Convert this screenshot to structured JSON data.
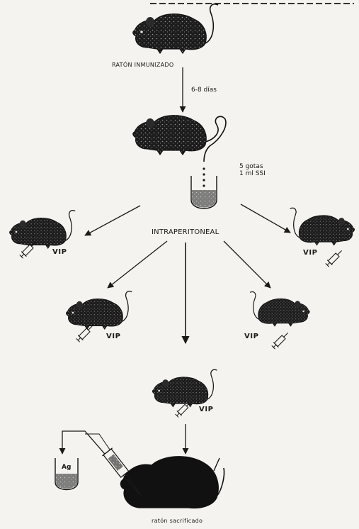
{
  "diagram": {
    "labels": {
      "immunized_mouse": "RATÓN INMUNIZADO",
      "interval": "6-8 días",
      "drops": "5 gotas\n1 ml SSI",
      "route": "INTRAPERITONEAL",
      "vip": "VIP",
      "antigen_tube": "Ag",
      "sacrificed_mouse": "ratón sacrificado"
    }
  }
}
